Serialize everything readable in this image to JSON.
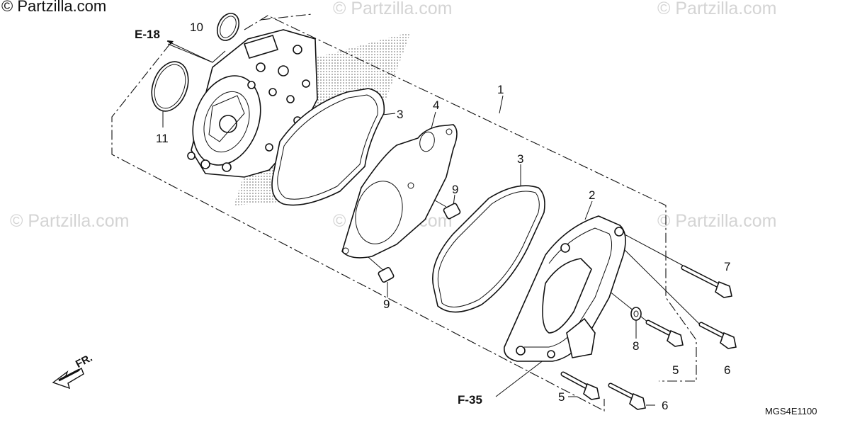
{
  "watermarks": {
    "top_left": "© Partzilla.com",
    "repeat": "© Partzilla.com"
  },
  "references": {
    "e18": "E-18",
    "f35": "F-35"
  },
  "direction_marker": "FR.",
  "diagram_code": "MGS4E1100",
  "callouts": {
    "c1": "1",
    "c2": "2",
    "c3a": "3",
    "c3b": "3",
    "c4": "4",
    "c5a": "5",
    "c5b": "5",
    "c6a": "6",
    "c6b": "6",
    "c7": "7",
    "c8": "8",
    "c9a": "9",
    "c9b": "9",
    "c10": "10",
    "c11": "11"
  }
}
